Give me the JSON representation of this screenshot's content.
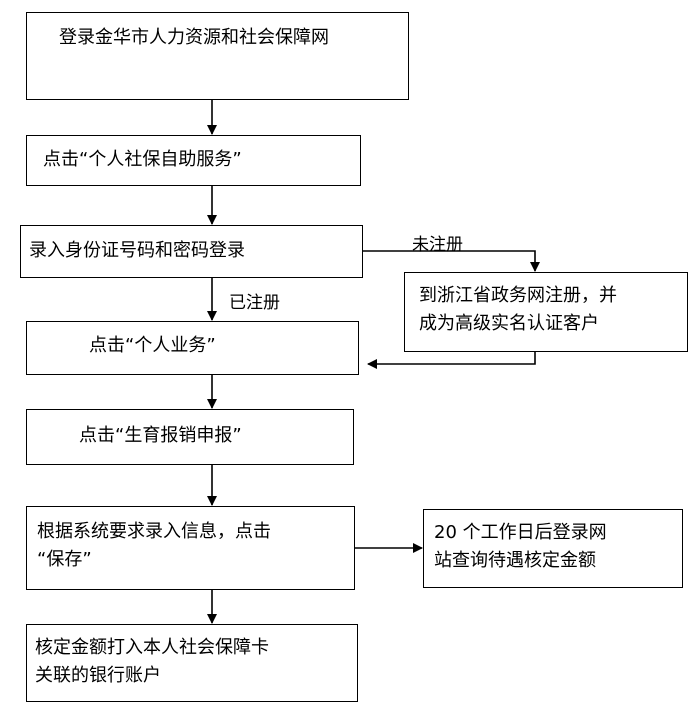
{
  "steps": {
    "login_site": "登录金华市人力资源和社会保障网",
    "click_self_service": "点击“个人社保自助服务”",
    "enter_id": "录入身份证号码和密码登录",
    "click_personal_business": "点击“个人业务”",
    "click_birth_claim": "点击“生育报销申报”",
    "enter_info_line1": "根据系统要求录入信息，点击",
    "enter_info_line2": "“保存”",
    "transfer_line1": "核定金额打入本人社会保障卡",
    "transfer_line2": "关联的银行账户"
  },
  "side_steps": {
    "register_line1": "到浙江省政务网注册，并",
    "register_line2": "成为高级实名认证客户",
    "query_line1": "20 个工作日后登录网",
    "query_line2": "站查询待遇核定金额"
  },
  "labels": {
    "not_registered": "未注册",
    "registered": "已注册"
  }
}
